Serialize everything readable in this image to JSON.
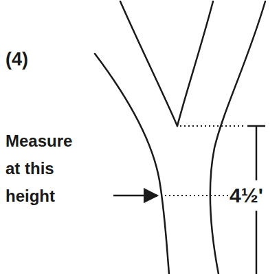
{
  "diagram": {
    "labels": [
      "(4)",
      "Measure at this height",
      "4½'"
    ]
  }
}
